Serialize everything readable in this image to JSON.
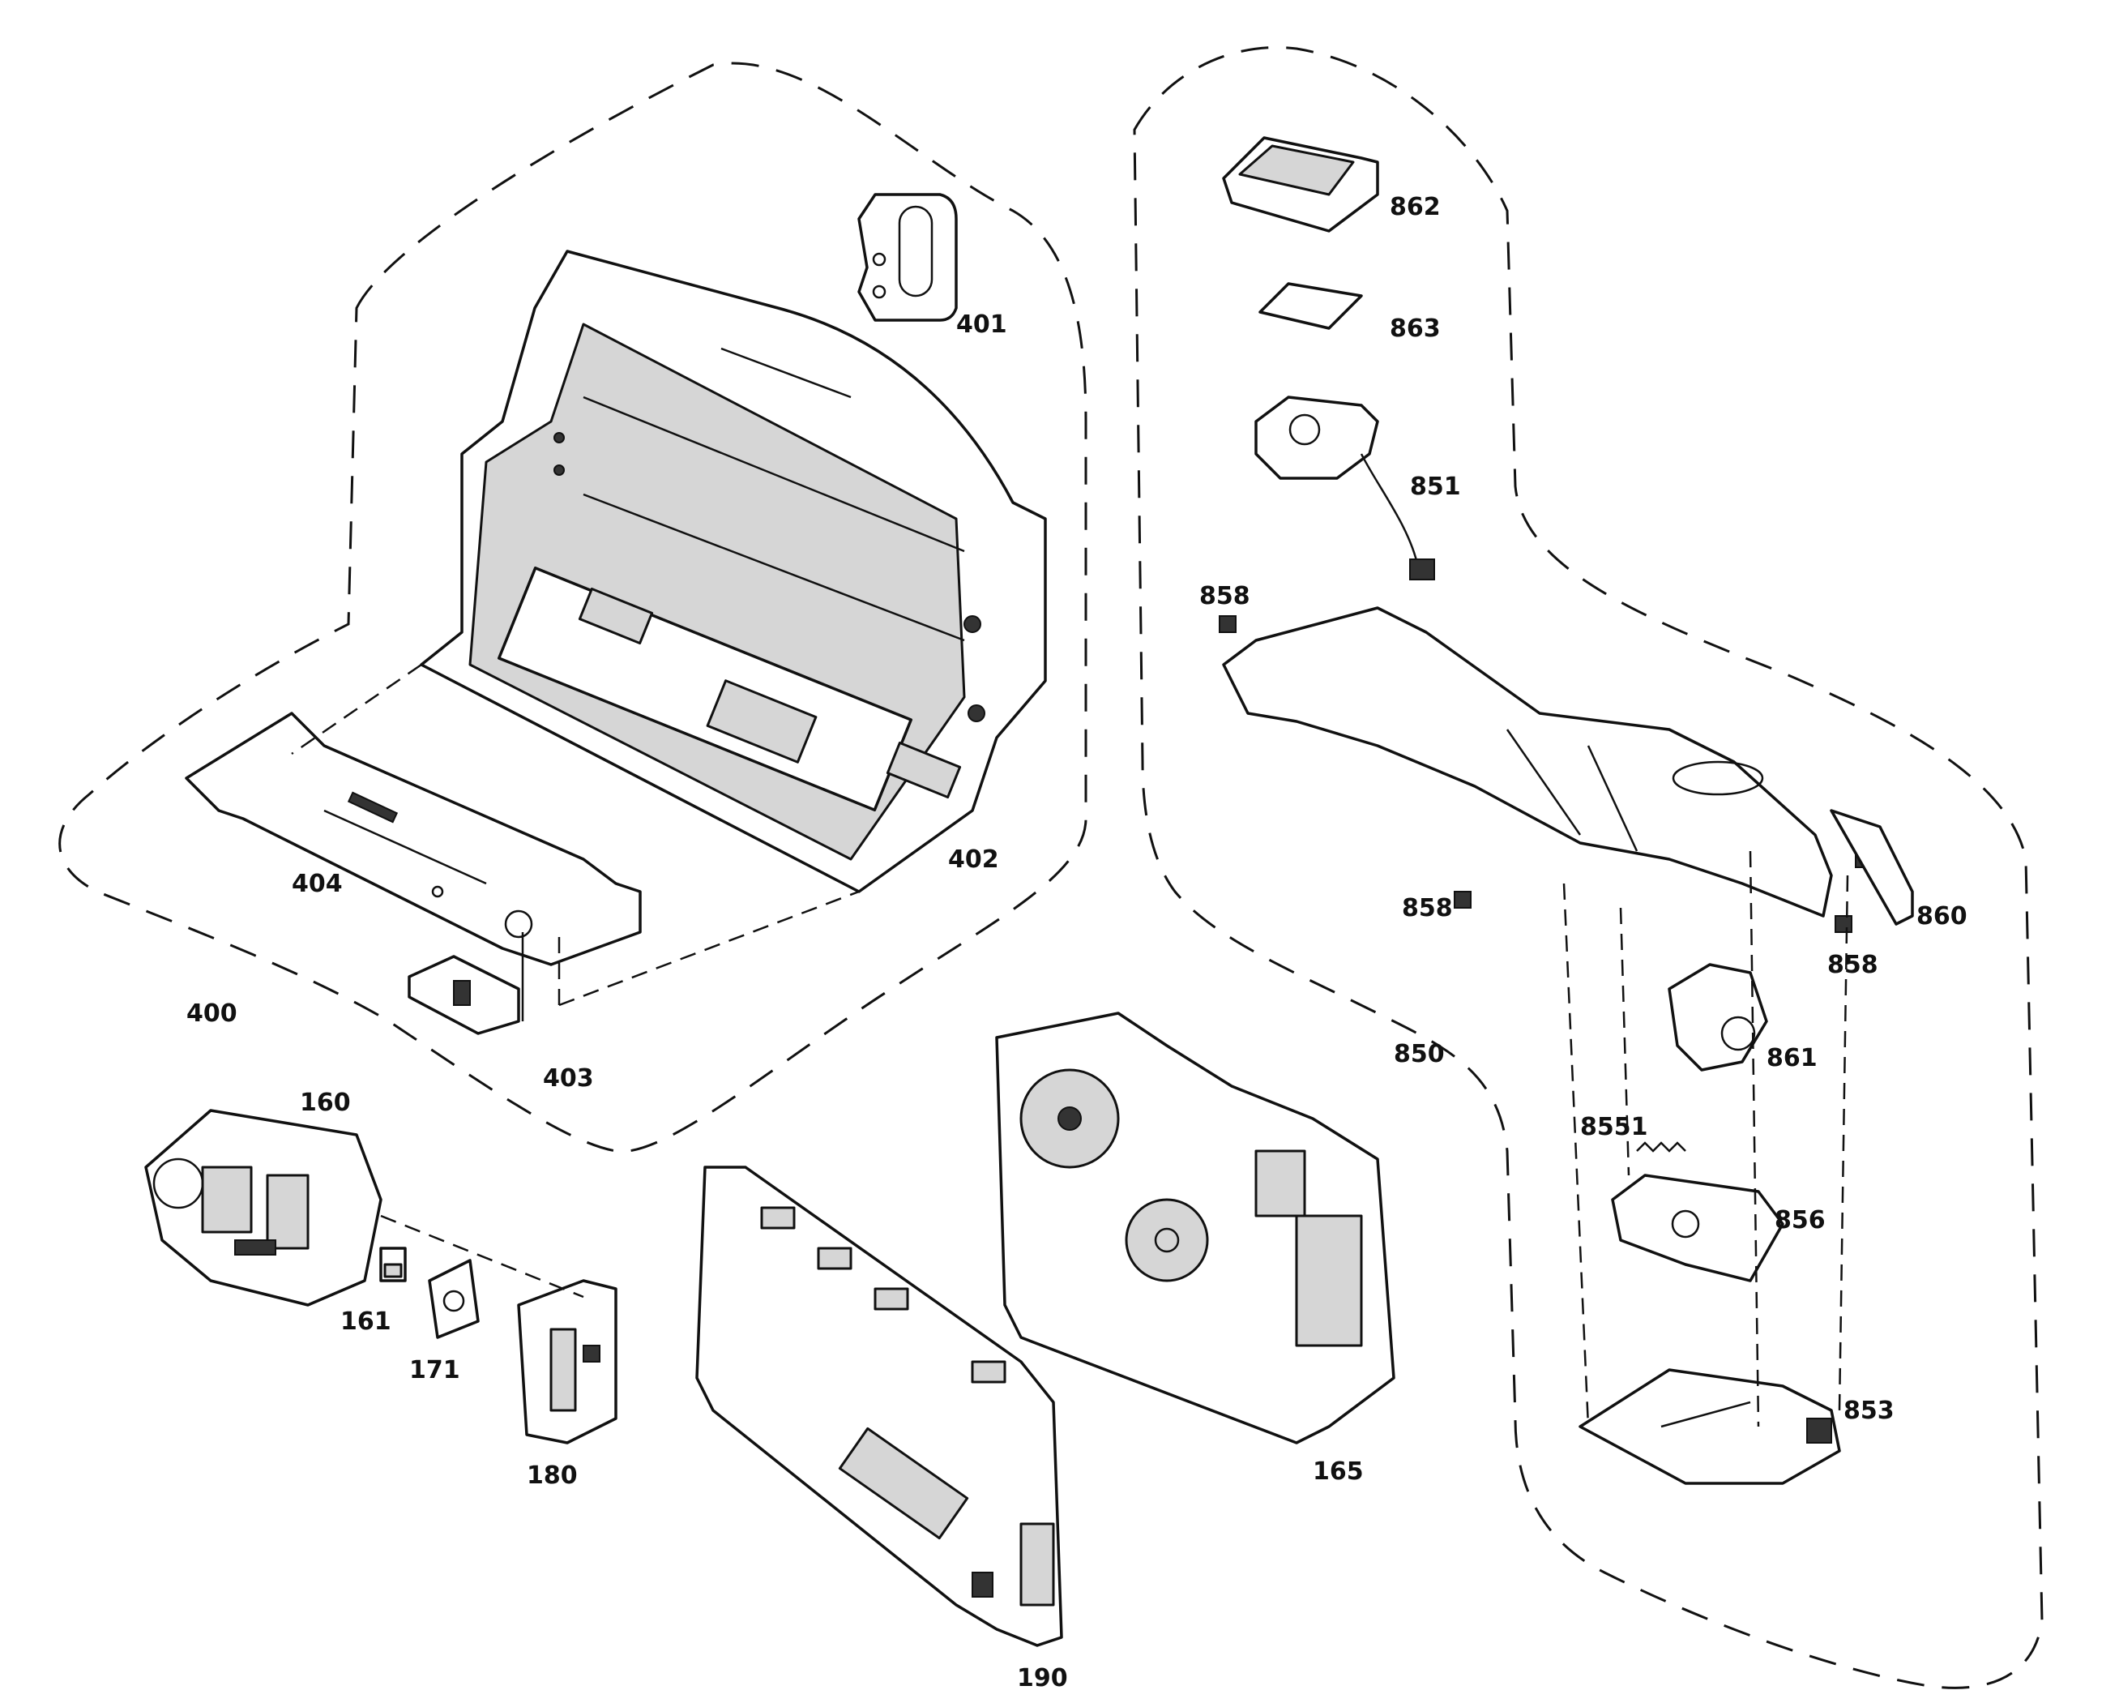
{
  "labels": {
    "l400": "400",
    "l401": "401",
    "l402": "402",
    "l403": "403",
    "l404": "404",
    "l160": "160",
    "l161": "161",
    "l171": "171",
    "l180": "180",
    "l190": "190",
    "l165": "165",
    "l850": "850",
    "l851": "851",
    "l8551": "8551",
    "l853": "853",
    "l856": "856",
    "l858a": "858",
    "l858b": "858",
    "l858c": "858",
    "l860": "860",
    "l861": "861",
    "l862": "862",
    "l863": "863"
  }
}
